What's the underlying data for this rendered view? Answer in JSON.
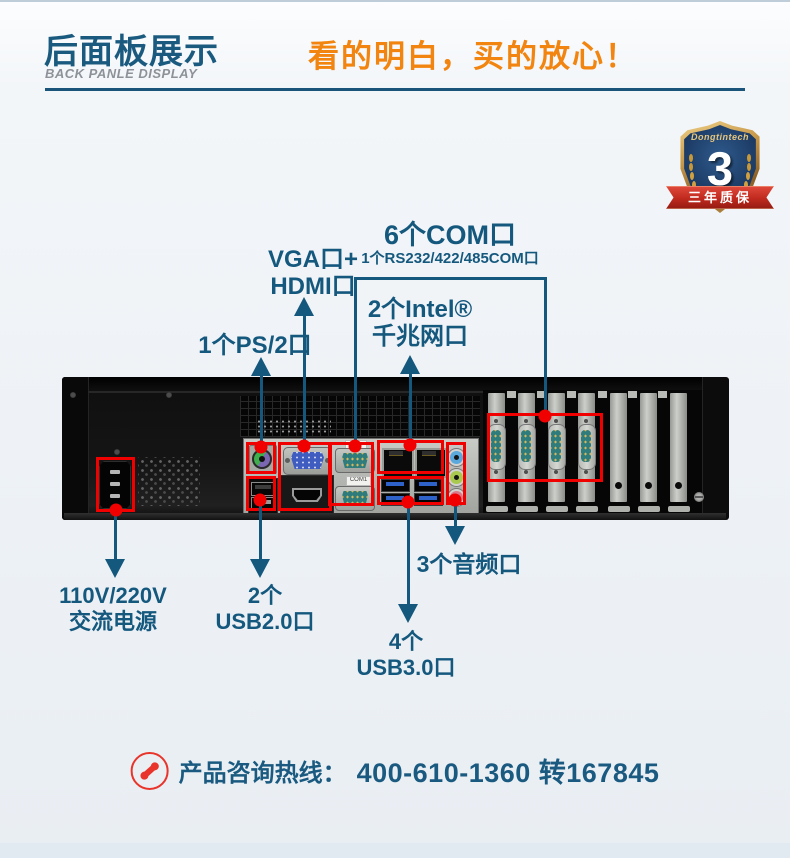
{
  "header": {
    "title": "后面板展示",
    "subtitle": "BACK PANLE DISPLAY",
    "slogan": "看的明白，买的放心！"
  },
  "badge": {
    "brand": "Dongtintech",
    "number": "3",
    "ribbon": "三年质保"
  },
  "annotations": {
    "com": {
      "line1": "6个COM口",
      "line2": "1个RS232/422/485COM口"
    },
    "vga": {
      "line1": "VGA口+",
      "line2": "HDMI口"
    },
    "lan": {
      "line1": "2个Intel®",
      "line2": "千兆网口"
    },
    "ps2": {
      "line1": "1个PS/2口"
    },
    "power": {
      "line1": "110V/220V",
      "line2": "交流电源"
    },
    "usb2": {
      "line1": "2个",
      "line2": "USB2.0口"
    },
    "audio": {
      "line1": "3个音频口"
    },
    "usb3": {
      "line1": "4个",
      "line2": "USB3.0口"
    }
  },
  "chassis": {
    "com1_label": "COM1"
  },
  "hotline": {
    "label": "产品咨询热线：",
    "number": "400-610-1360 转167845"
  },
  "colors": {
    "annotation_blue": "#15587e",
    "marker_red": "#f10000",
    "slogan_orange": "#f28410",
    "badge_navy": "#1d3c66",
    "badge_gold": "#c89a4c",
    "ribbon_red": "#c02a1e"
  }
}
